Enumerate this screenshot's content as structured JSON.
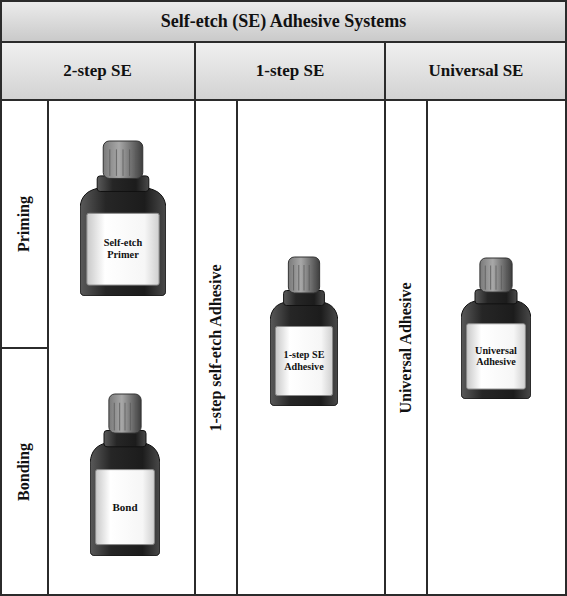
{
  "diagram": {
    "title": "Self-etch (SE) Adhesive Systems",
    "nodes": [
      {
        "text": [
          "2-step SE"
        ]
      },
      {
        "text": [
          "1-step SE"
        ]
      },
      {
        "text": [
          "Universal SE"
        ]
      },
      {
        "text": [
          "Priming"
        ]
      },
      {
        "text": [
          "Self-etch Primer"
        ]
      },
      {
        "text": [
          "Bonding"
        ]
      },
      {
        "text": [
          "Bond"
        ]
      },
      {
        "text": [
          "1-step self-etch Adhesive"
        ]
      },
      {
        "text": [
          "1-step SE Adhesive"
        ]
      },
      {
        "text": [
          "Universal Adhesive"
        ]
      },
      {
        "text": [
          "Universal Adhesive"
        ]
      }
    ]
  }
}
